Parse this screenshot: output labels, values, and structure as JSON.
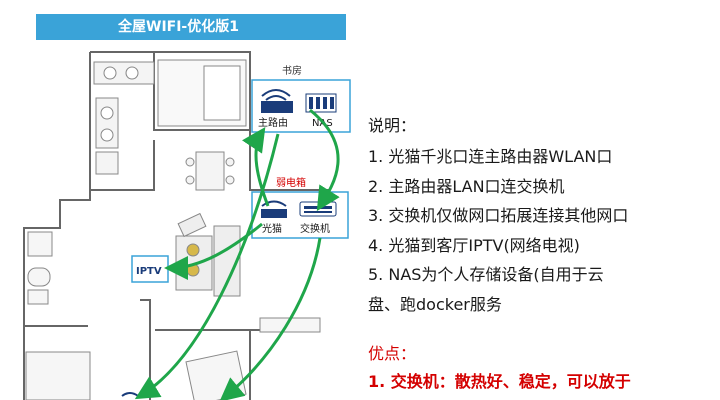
{
  "title": "全屋WIFI-优化版1",
  "rooms": {
    "study": "书房",
    "weak_box": "弱电箱"
  },
  "devices": {
    "router": "主路由",
    "nas": "NAS",
    "modem": "光猫",
    "switch": "交换机",
    "iptv": "IPTV"
  },
  "notes": {
    "heading": "说明：",
    "items": [
      "1. 光猫千兆口连主路由器WLAN口",
      "2. 主路由器LAN口连交换机",
      "3. 交换机仅做网口拓展连接其他网口",
      "4. 光猫到客厅IPTV(网络电视)",
      "5. NAS为个人存储设备(自用于云",
      "盘、跑docker服务"
    ]
  },
  "advantages": {
    "heading": "优点：",
    "items": [
      "1. 交换机：散热好、稳定，可以放于"
    ]
  },
  "colors": {
    "title_bg": "#3aa3d8",
    "box_border": "#3aa3d8",
    "arrow": "#1fa64a",
    "accent_red": "#d40000",
    "wall": "#666666"
  }
}
